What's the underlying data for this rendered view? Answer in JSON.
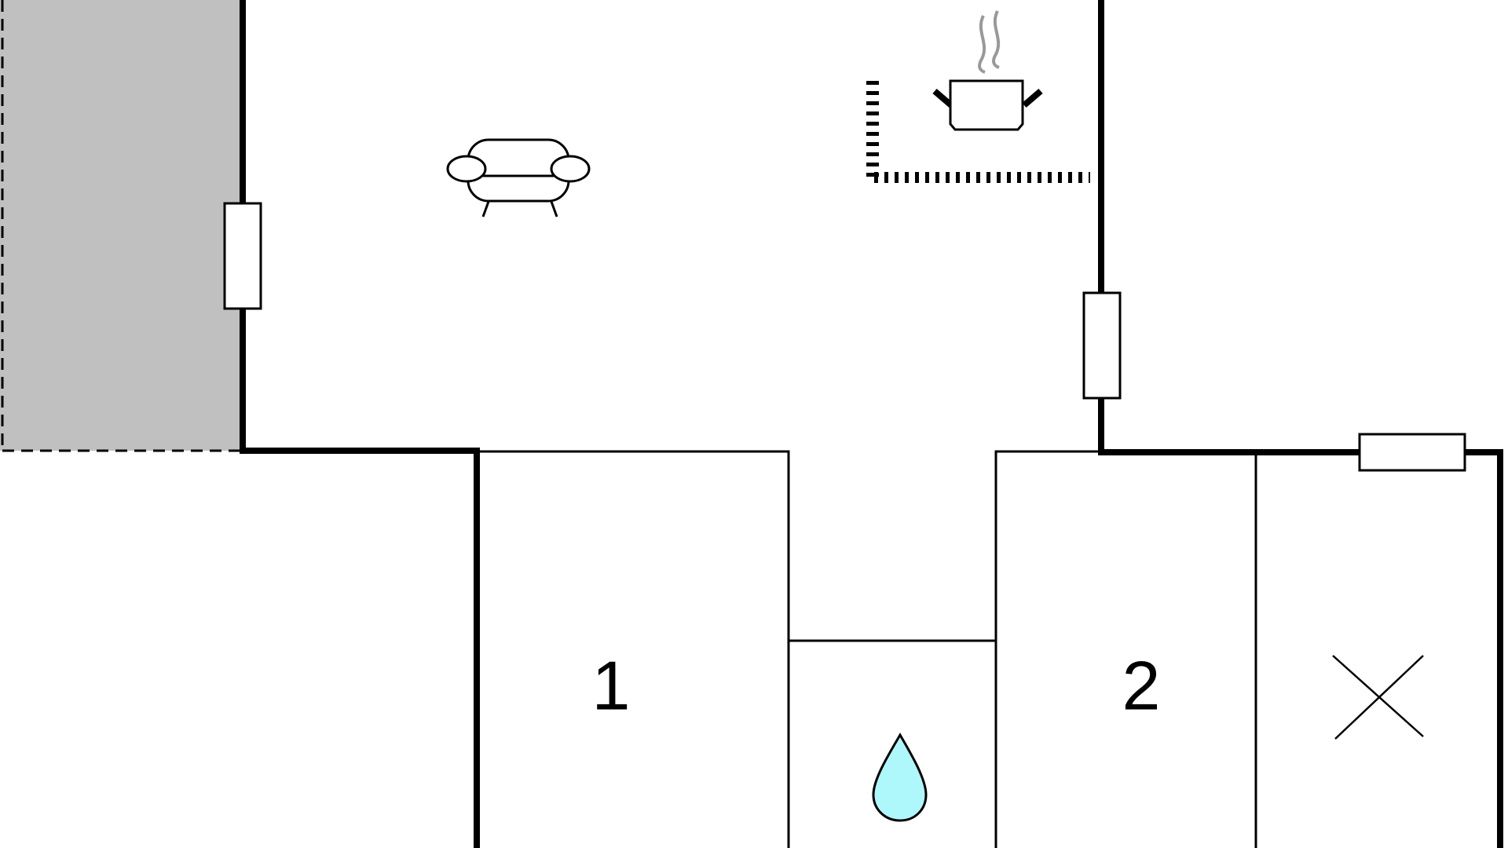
{
  "floorplan": {
    "rooms": [
      {
        "id": "bedroom-1",
        "number_label": "1"
      },
      {
        "id": "bedroom-2",
        "number_label": "2"
      },
      {
        "id": "bathroom",
        "icon": "water-drop-icon"
      },
      {
        "id": "storage",
        "icon": "cross-icon"
      },
      {
        "id": "living-room",
        "icon": "sofa-icon"
      },
      {
        "id": "kitchen",
        "icon": "cooking-pot-icon"
      },
      {
        "id": "terrace",
        "fill_color": "#c0c0c0"
      }
    ],
    "colors": {
      "wall": "#000000",
      "terrace": "#c0c0c0",
      "water": "#aef8fc",
      "steam": "#999999",
      "background": "#ffffff"
    }
  }
}
